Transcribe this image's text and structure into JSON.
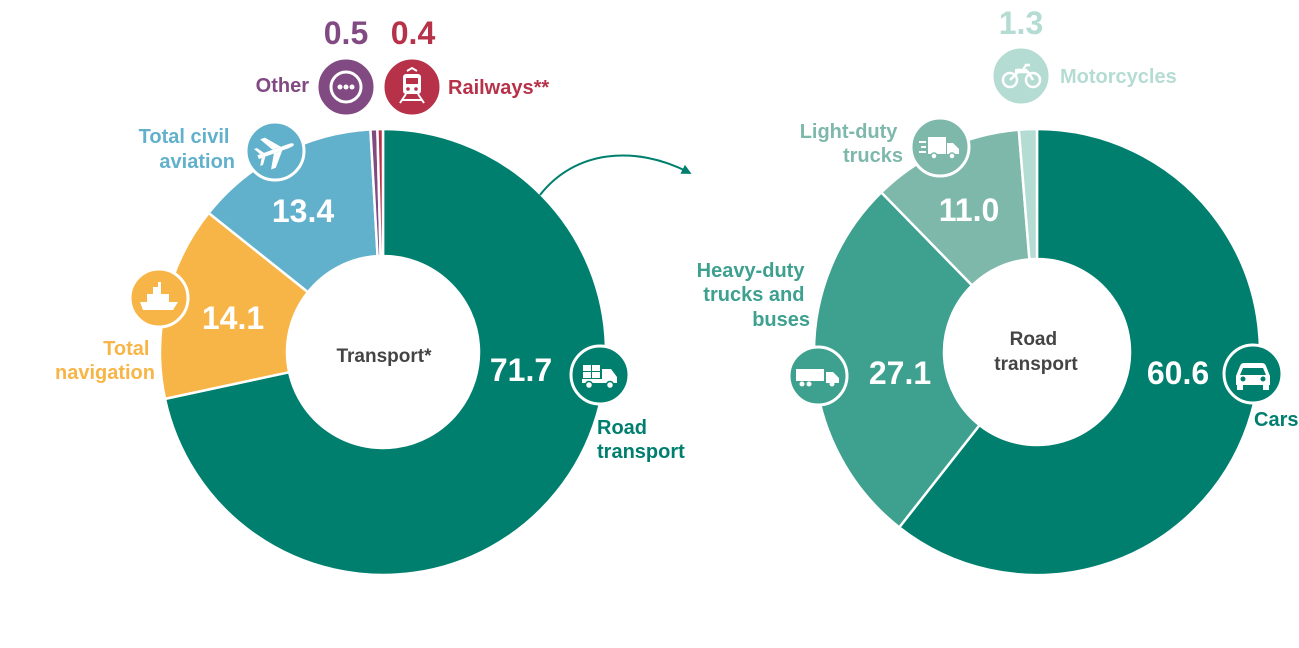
{
  "colors": {
    "road": "#007f6e",
    "navigation": "#f8b547",
    "aviation": "#62b1cc",
    "other": "#814a82",
    "railways": "#b73249",
    "cars": "#007f6e",
    "heavy": "#3ea08f",
    "light": "#7db8aa",
    "motorcycles": "#b5dcd2",
    "white": "#ffffff"
  },
  "chart_data": [
    {
      "type": "pie",
      "center_label": "Transport*",
      "slices": [
        {
          "key": "road",
          "label_lines": [
            "Road",
            "transport"
          ],
          "value": 71.7,
          "value_text": "71.7",
          "icon": "truck-icon"
        },
        {
          "key": "navigation",
          "label_lines": [
            "Total",
            "navigation"
          ],
          "value": 14.1,
          "value_text": "14.1",
          "icon": "ship-icon"
        },
        {
          "key": "aviation",
          "label_lines": [
            "Total civil",
            "aviation"
          ],
          "value": 13.4,
          "value_text": "13.4",
          "icon": "airplane-icon"
        },
        {
          "key": "other",
          "label_lines": [
            "Other"
          ],
          "value": 0.5,
          "value_text": "0.5",
          "icon": "more-dots-icon"
        },
        {
          "key": "railways",
          "label_lines": [
            "Railways**"
          ],
          "value": 0.4,
          "value_text": "0.4",
          "icon": "train-icon"
        }
      ]
    },
    {
      "type": "pie",
      "center_label": "Road transport",
      "slices": [
        {
          "key": "cars",
          "label_lines": [
            "Cars"
          ],
          "value": 60.6,
          "value_text": "60.6",
          "icon": "car-icon"
        },
        {
          "key": "heavy",
          "label_lines": [
            "Heavy-duty",
            "trucks and",
            "buses"
          ],
          "value": 27.1,
          "value_text": "27.1",
          "icon": "heavy-truck-icon"
        },
        {
          "key": "light",
          "label_lines": [
            "Light-duty",
            "trucks"
          ],
          "value": 11.0,
          "value_text": "11.0",
          "icon": "van-icon"
        },
        {
          "key": "motorcycles",
          "label_lines": [
            "Motorcycles"
          ],
          "value": 1.3,
          "value_text": "1.3",
          "icon": "motorcycle-icon"
        }
      ]
    }
  ]
}
